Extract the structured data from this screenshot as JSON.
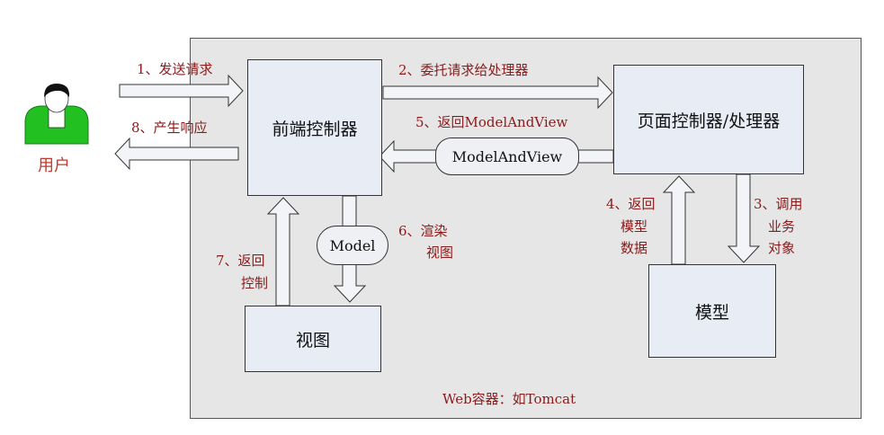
{
  "user": {
    "label": "用户"
  },
  "boxes": {
    "front_controller": "前端控制器",
    "page_controller": "页面控制器/处理器",
    "view": "视图",
    "model": "模型"
  },
  "bubbles": {
    "model_and_view": "ModelAndView",
    "model": "Model"
  },
  "steps": {
    "s1": "1、发送请求",
    "s2": "2、委托请求给处理器",
    "s3_line1": "3、调用",
    "s3_line2": "业务",
    "s3_line3": "对象",
    "s4_line1": "4、返回",
    "s4_line2": "模型",
    "s4_line3": "数据",
    "s5": "5、返回ModelAndView",
    "s6_line1": "6、渲染",
    "s6_line2": "视图",
    "s7_line1": "7、返回",
    "s7_line2": "控制",
    "s8": "8、产生响应"
  },
  "container_label": "Web容器：如Tomcat",
  "colors": {
    "label": "#8b1a1a",
    "user_label": "#c0392b",
    "box_fill": "#e7ecf5",
    "container_fill": "#e6e6e6",
    "user_body": "#2ecc40"
  }
}
